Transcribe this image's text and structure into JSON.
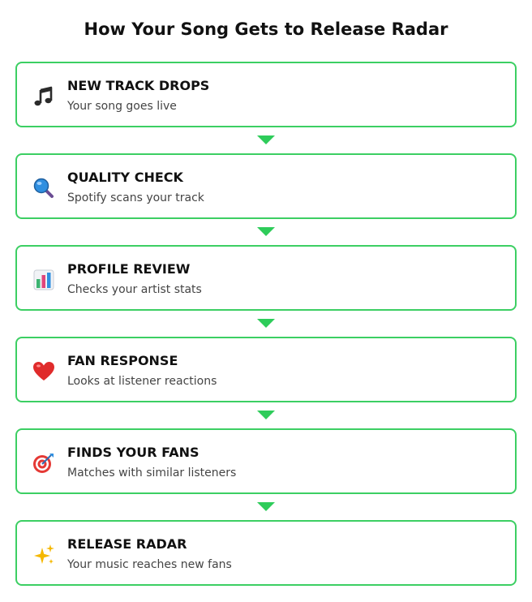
{
  "title": "How Your Song Gets to Release Radar",
  "colors": {
    "border": "#3ccf63",
    "arrow": "#2ecc5a"
  },
  "steps": [
    {
      "icon": "music-note-icon",
      "title": "NEW TRACK DROPS",
      "description": "Your song goes live"
    },
    {
      "icon": "magnifying-glass-icon",
      "title": "QUALITY CHECK",
      "description": "Spotify scans your track"
    },
    {
      "icon": "bar-chart-icon",
      "title": "PROFILE REVIEW",
      "description": "Checks your artist stats"
    },
    {
      "icon": "heart-icon",
      "title": "FAN RESPONSE",
      "description": "Looks at listener reactions"
    },
    {
      "icon": "target-icon",
      "title": "FINDS YOUR FANS",
      "description": "Matches with similar listeners"
    },
    {
      "icon": "sparkles-icon",
      "title": "RELEASE RADAR",
      "description": "Your music reaches new fans"
    }
  ]
}
